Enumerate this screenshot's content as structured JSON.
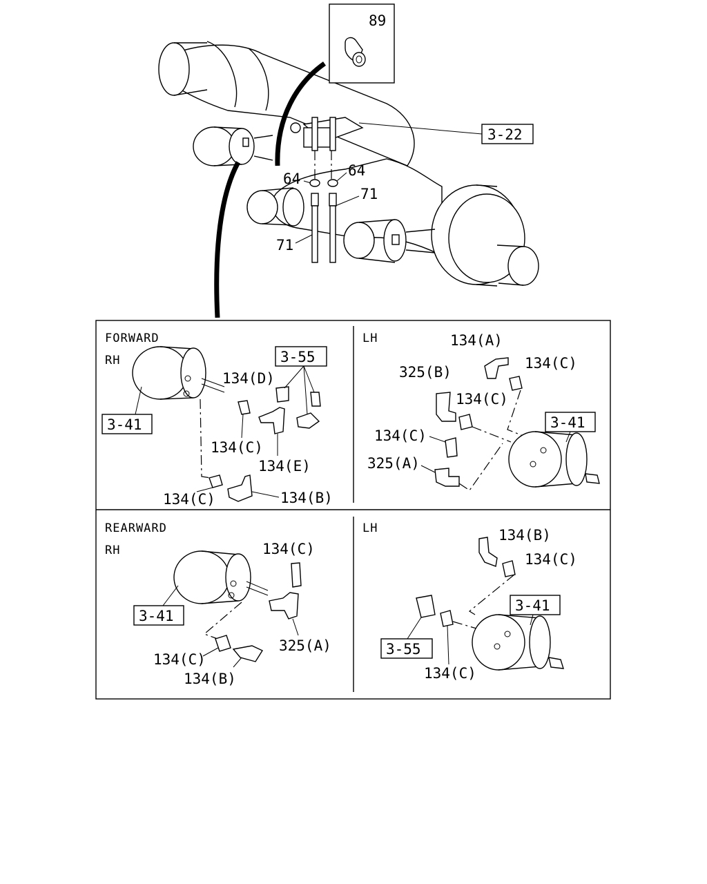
{
  "top": {
    "inset_label": "89",
    "ref_valve": "3-22",
    "washer_left": "64",
    "washer_right": "64",
    "pipe_right": "71",
    "pipe_left": "71"
  },
  "panels": {
    "forward_rh": {
      "header_dir": "FORWARD",
      "header_side": "RH",
      "ref_chamber": "3-41",
      "ref_valve": "3-55",
      "labels": [
        "134(D)",
        "134(C)",
        "134(E)",
        "134(C)",
        "134(B)"
      ]
    },
    "forward_lh": {
      "header_side": "LH",
      "ref_chamber": "3-41",
      "labels": [
        "134(A)",
        "134(C)",
        "325(B)",
        "134(C)",
        "134(C)",
        "325(A)"
      ]
    },
    "rearward_rh": {
      "header_dir": "REARWARD",
      "header_side": "RH",
      "ref_chamber": "3-41",
      "labels": [
        "134(C)",
        "325(A)",
        "134(C)",
        "134(B)"
      ]
    },
    "rearward_lh": {
      "header_side": "LH",
      "ref_chamber": "3-41",
      "ref_valve": "3-55",
      "labels": [
        "134(B)",
        "134(C)",
        "134(C)"
      ]
    }
  }
}
